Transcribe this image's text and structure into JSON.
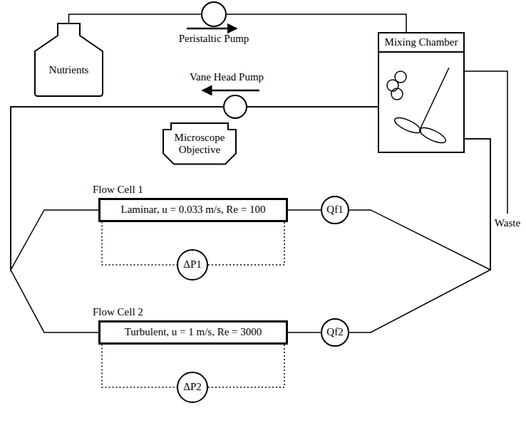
{
  "diagram": {
    "nodes": [
      {
        "text": [
          "Nutrients"
        ]
      },
      {
        "text": [
          "Mixing Chamber"
        ]
      },
      {
        "text": [
          "Microscope Objective"
        ]
      },
      {
        "text": [
          "Flow Cell 1",
          "Laminar, u = 0.033 m/s, Re = 100"
        ]
      },
      {
        "text": [
          "ΔP1"
        ]
      },
      {
        "text": [
          "Qf1"
        ]
      },
      {
        "text": [
          "Flow Cell 2",
          "Turbulent, u = 1 m/s, Re = 3000"
        ]
      },
      {
        "text": [
          "ΔP2"
        ]
      },
      {
        "text": [
          "Qf2"
        ]
      }
    ],
    "edges": [
      {
        "from": 0,
        "to": 1,
        "arrow": "none"
      },
      {
        "from": 1,
        "to": 3,
        "arrow": "none"
      },
      {
        "from": 1,
        "to": 6,
        "arrow": "none"
      },
      {
        "from": 3,
        "to": 5,
        "arrow": "none"
      },
      {
        "from": 6,
        "to": 8,
        "arrow": "none"
      },
      {
        "from": 5,
        "to": 1,
        "arrow": "none"
      },
      {
        "from": 8,
        "to": 1,
        "arrow": "none"
      },
      {
        "from": 3,
        "to": 4,
        "arrow": "none"
      },
      {
        "from": 6,
        "to": 7,
        "arrow": "none"
      }
    ],
    "labels": [
      "Peristaltic Pump",
      "Vane Head Pump",
      "Waste"
    ]
  }
}
